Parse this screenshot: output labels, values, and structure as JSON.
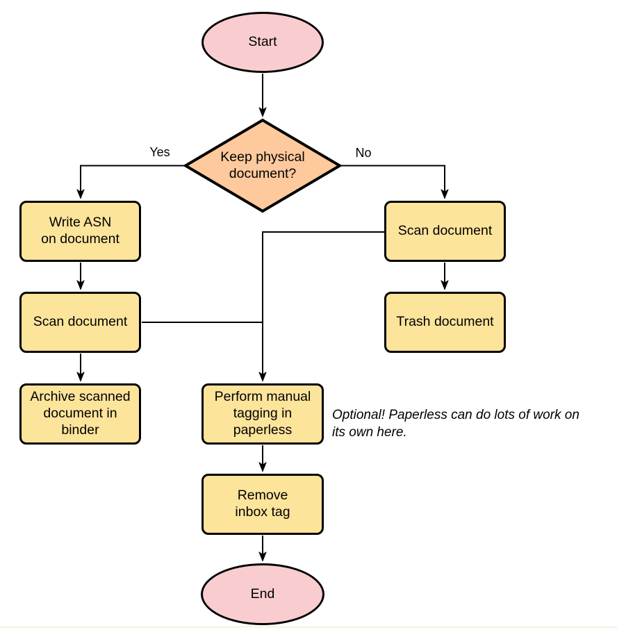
{
  "colors": {
    "terminator_fill": "#f9cdd0",
    "decision_fill": "#fec99d",
    "process_fill": "#fde49b",
    "stroke": "#000000",
    "background": "#ffffff"
  },
  "nodes": {
    "start": {
      "label": "Start",
      "type": "terminator"
    },
    "decision": {
      "label": [
        "Keep physical",
        "document?"
      ],
      "type": "decision"
    },
    "write_asn": {
      "label": [
        "Write ASN",
        "on document"
      ],
      "type": "process"
    },
    "scan_left": {
      "label": "Scan document",
      "type": "process"
    },
    "archive": {
      "label": [
        "Archive scanned",
        "document in",
        "binder"
      ],
      "type": "process"
    },
    "scan_right": {
      "label": "Scan document",
      "type": "process"
    },
    "trash": {
      "label": "Trash document",
      "type": "process"
    },
    "tagging": {
      "label": [
        "Perform manual",
        "tagging in",
        "paperless"
      ],
      "type": "process"
    },
    "remove_inbox": {
      "label": [
        "Remove",
        "inbox tag"
      ],
      "type": "process"
    },
    "end": {
      "label": "End",
      "type": "terminator"
    }
  },
  "edge_labels": {
    "yes": "Yes",
    "no": "No"
  },
  "annotation": {
    "text": [
      "Optional! Paperless can do lots of work on",
      "its own here."
    ]
  }
}
